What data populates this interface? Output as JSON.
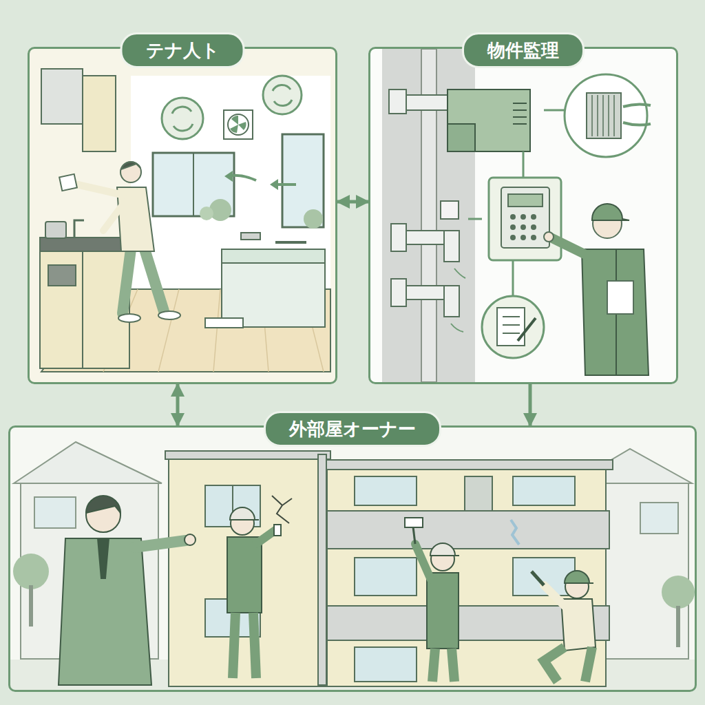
{
  "diagram": {
    "nodes": [
      {
        "text": [
          "テナ人ト"
        ]
      },
      {
        "text": [
          "物件監理"
        ]
      },
      {
        "text": [
          "外部屋オーナー"
        ]
      }
    ],
    "edges": [
      {
        "from": 0,
        "to": 1,
        "arrow": "both"
      },
      {
        "from": 0,
        "to": 2,
        "arrow": "both"
      },
      {
        "from": 1,
        "to": 2,
        "arrow": "to"
      }
    ]
  }
}
